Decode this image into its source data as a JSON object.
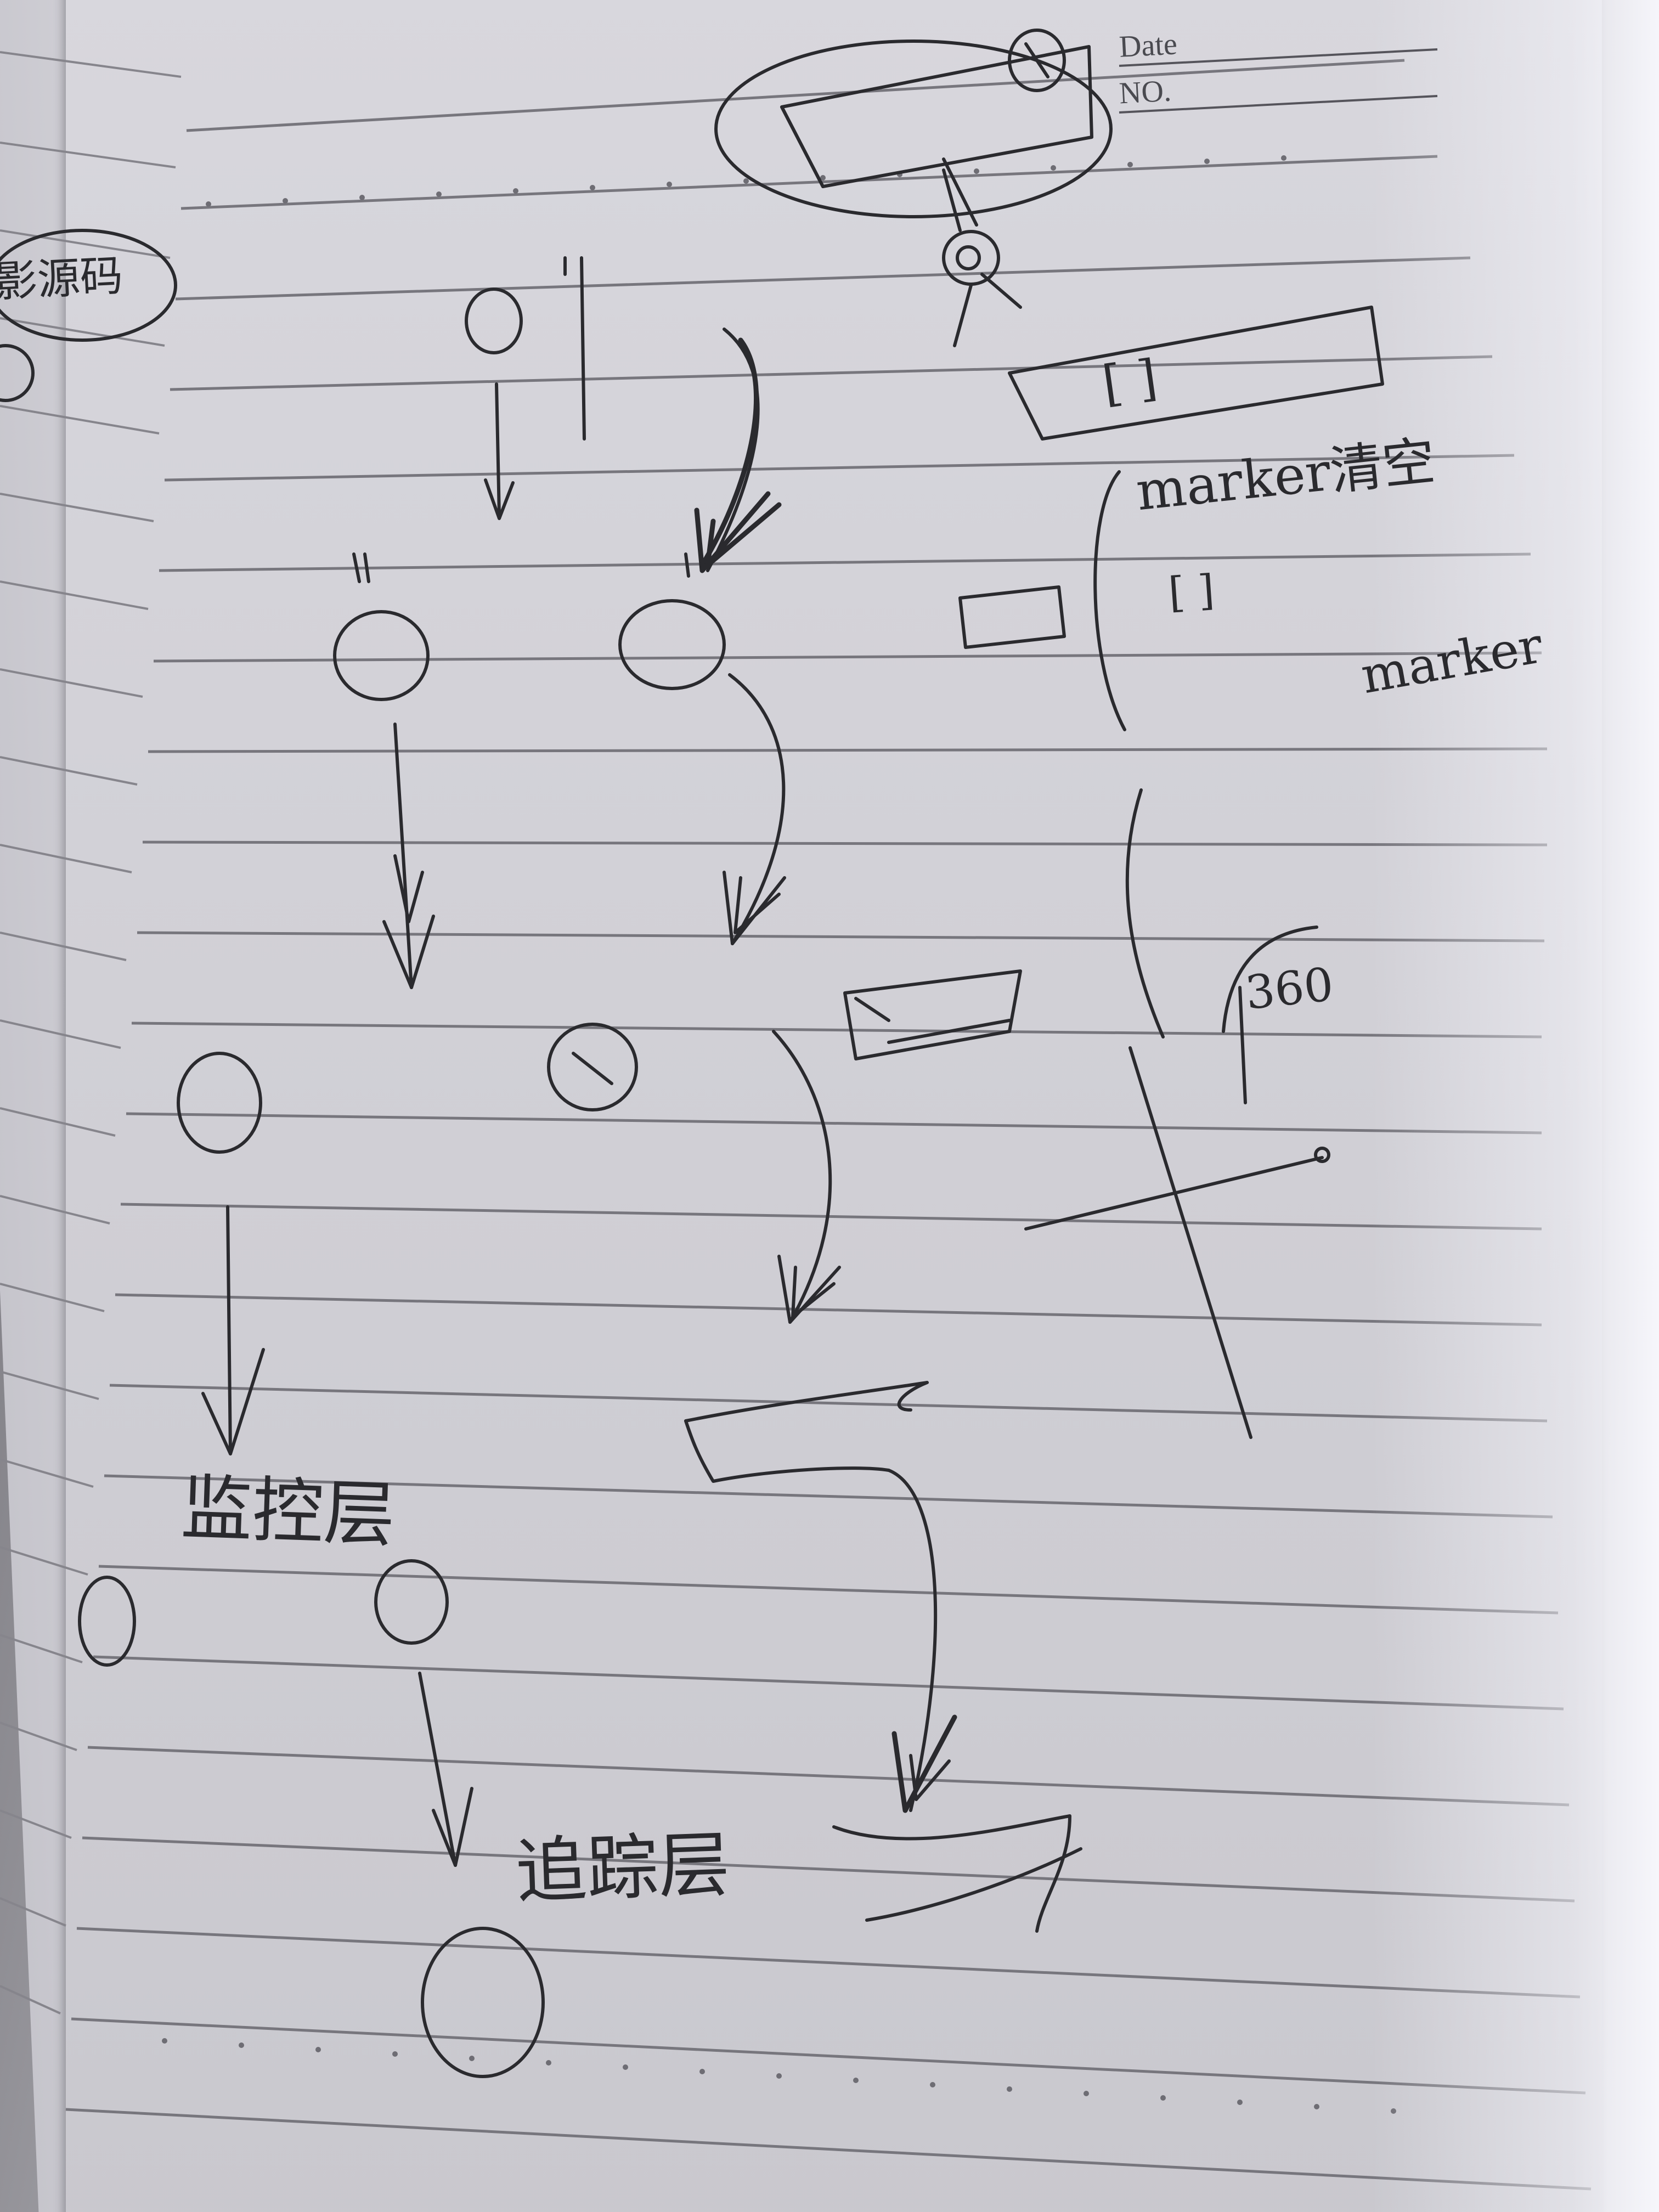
{
  "header": {
    "date_label": "Date",
    "no_label": "NO."
  },
  "notes": {
    "left_page_fragment": "影源码",
    "marker_clear": "marker清空",
    "brackets": "[ ]",
    "brackets_small": "[ ]",
    "marker_label": "marker",
    "bottom_label": "追踪层",
    "monitor_label": "监控层",
    "angle_label": "360"
  }
}
